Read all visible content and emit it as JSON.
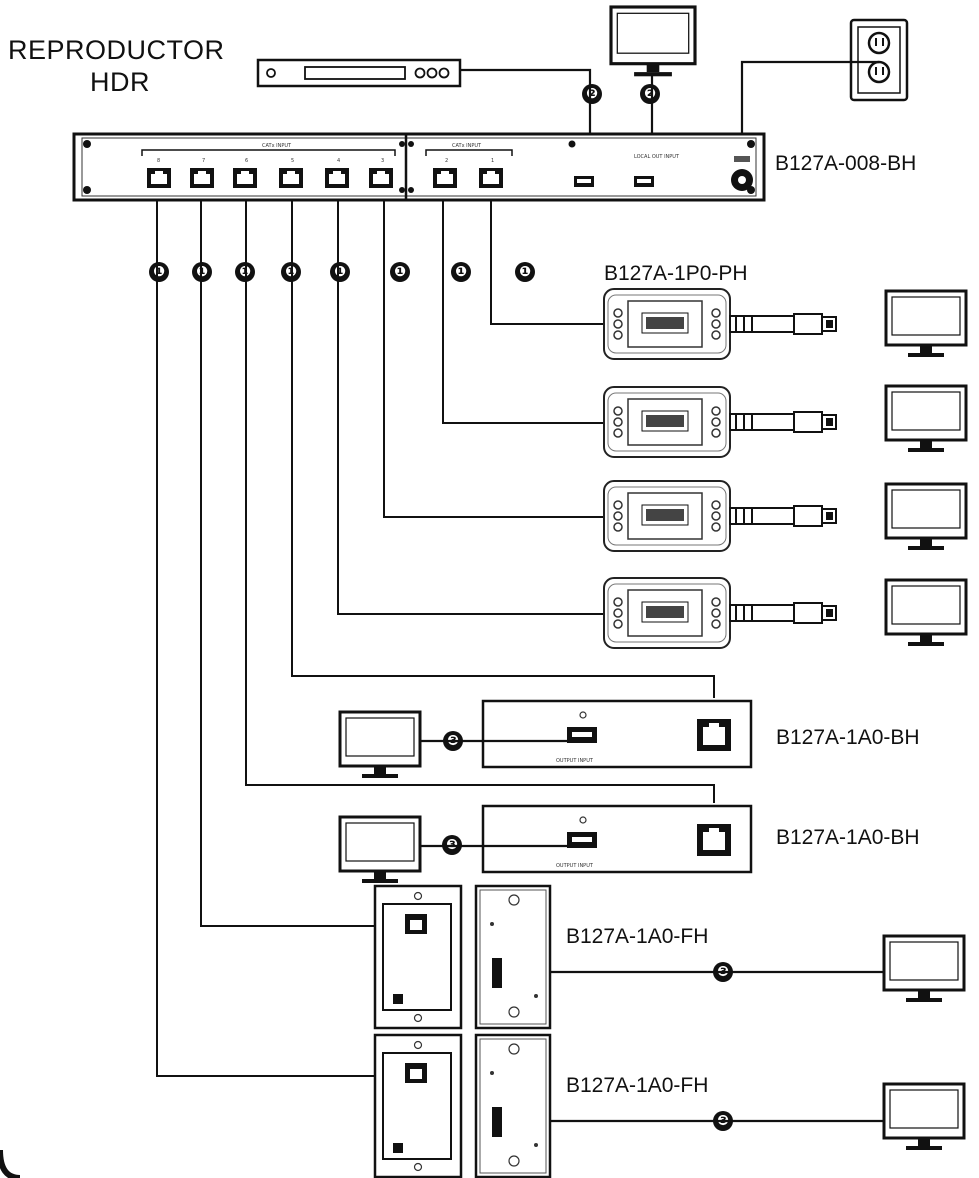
{
  "player": {
    "line1": "REPRODUCTOR",
    "line2": "HDR"
  },
  "matrix": {
    "model": "B127A-008-BH",
    "group_a_label": "CATx INPUT",
    "group_b_label": "CATx INPUT",
    "local_out_label": "LOCAL OUT INPUT",
    "port_numbers": [
      "8",
      "7",
      "6",
      "5",
      "4",
      "3",
      "2",
      "1"
    ]
  },
  "receivers_ph_label": "B127A-1P0-PH",
  "box_receivers": [
    {
      "model": "B127A-1A0-BH",
      "port_label": "OUTPUT INPUT"
    },
    {
      "model": "B127A-1A0-BH",
      "port_label": "OUTPUT INPUT"
    }
  ],
  "wall_plates": [
    {
      "model": "B127A-1A0-FH"
    },
    {
      "model": "B127A-1A0-FH"
    }
  ],
  "badges": {
    "cat_cable": "❶",
    "hdmi_source": "❷",
    "hdmi_output": "❸"
  }
}
